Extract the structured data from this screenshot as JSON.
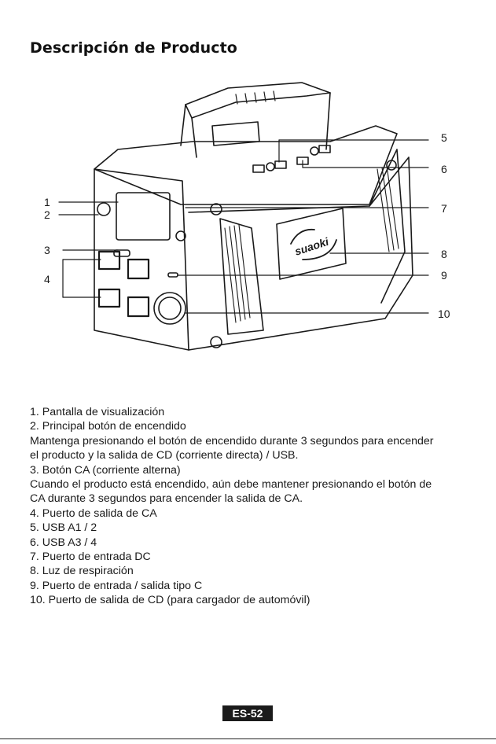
{
  "title": "Descripción de Producto",
  "callouts": [
    "1",
    "2",
    "3",
    "4",
    "5",
    "6",
    "7",
    "8",
    "9",
    "10"
  ],
  "brand_logo": "suaoki",
  "description_lines": [
    "1. Pantalla de visualización",
    "2. Principal botón de encendido",
    "Mantenga presionando el botón de encendido durante 3 segundos para encender",
    "el producto y la salida de CD (corriente directa) / USB.",
    "3. Botón CA (corriente alterna)",
    "Cuando el producto está encendido, aún debe mantener presionando el botón de",
    "CA durante 3 segundos para encender la salida de CA.",
    "4. Puerto de salida de CA",
    "5. USB A1 / 2",
    "6. USB A3 / 4",
    "7. Puerto de entrada DC",
    "8. Luz de respiración",
    "9. Puerto de entrada / salida tipo C",
    "10. Puerto de salida de CD (para cargador de automóvil)"
  ],
  "page_number": "ES-52"
}
